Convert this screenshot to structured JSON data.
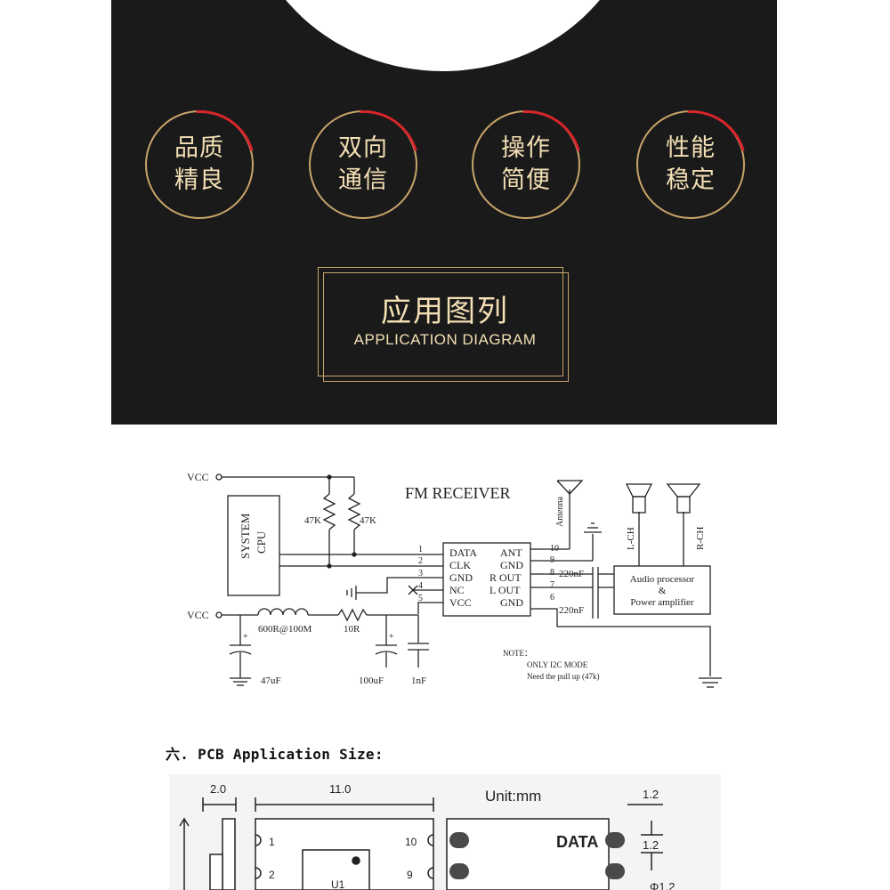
{
  "features": [
    {
      "line1": "品质",
      "line2": "精良"
    },
    {
      "line1": "双向",
      "line2": "通信"
    },
    {
      "line1": "操作",
      "line2": "简便"
    },
    {
      "line1": "性能",
      "line2": "稳定"
    }
  ],
  "application": {
    "title": "应用图列",
    "subtitle": "APPLICATION DIAGRAM"
  },
  "schematic": {
    "title": "FM RECEIVER",
    "vcc1": "VCC",
    "vcc2": "VCC",
    "system_cpu_1": "SYSTEM",
    "system_cpu_2": "CPU",
    "r1": "47K",
    "r2": "47K",
    "inductor": "600R@100M",
    "resistor_10r": "10R",
    "cap_47uf": "47uF",
    "cap_100uf": "100uF",
    "cap_1nf": "1nF",
    "antenna": "Antenna",
    "lch": "L-CH",
    "rch": "R-CH",
    "audio_1": "Audio processor",
    "audio_2": "&",
    "audio_3": "Power amplifier",
    "cap_220nf_1": "220nF",
    "cap_220nf_2": "220nF",
    "note_title": "NOTE：",
    "note_1": "ONLY I2C MODE",
    "note_2": "Need the pull up (47k)",
    "pins_left": [
      {
        "num": "1",
        "name": "DATA"
      },
      {
        "num": "2",
        "name": "CLK"
      },
      {
        "num": "3",
        "name": "GND"
      },
      {
        "num": "4",
        "name": "NC"
      },
      {
        "num": "5",
        "name": "VCC"
      }
    ],
    "pins_right": [
      {
        "num": "10",
        "name": "ANT"
      },
      {
        "num": "9",
        "name": "GND"
      },
      {
        "num": "8",
        "name": "R OUT"
      },
      {
        "num": "7",
        "name": "L OUT"
      },
      {
        "num": "6",
        "name": "GND"
      }
    ],
    "plus1": "+",
    "plus2": "+"
  },
  "pcb": {
    "heading": "六. PCB Application Size:",
    "dim_2_0": "2.0",
    "dim_11_0": "11.0",
    "unit": "Unit:mm",
    "dim_1_2_top": "1.2",
    "data_label": "DATA",
    "dim_1_2_side": "1.2",
    "dim_phi": "Φ1.2",
    "pin1": "1",
    "pin2": "2",
    "pin10": "10",
    "pin9": "9",
    "u1": "U1"
  }
}
